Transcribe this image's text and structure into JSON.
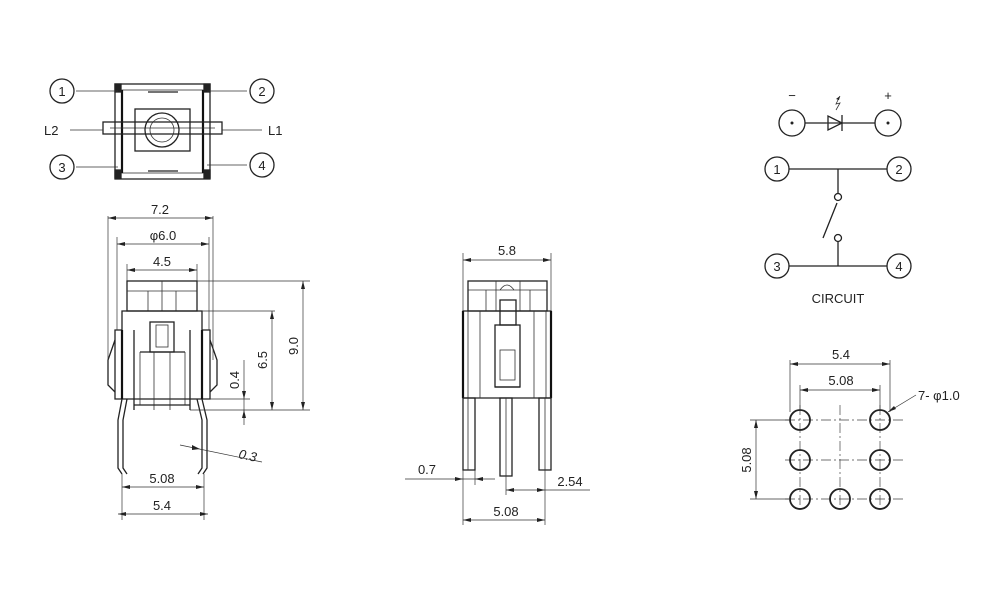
{
  "top_view": {
    "pin_1": "1",
    "pin_2": "2",
    "pin_3": "3",
    "pin_4": "4",
    "label_l2": "L2",
    "label_l1": "L1"
  },
  "front_view": {
    "dim_7_2": "7.2",
    "dim_phi_6_0": "φ6.0",
    "dim_4_5": "4.5",
    "dim_9_0": "9.0",
    "dim_6_5": "6.5",
    "dim_0_4": "0.4",
    "dim_0_3": "0.3",
    "dim_5_08": "5.08",
    "dim_5_4": "5.4"
  },
  "side_view": {
    "dim_5_8": "5.8",
    "dim_0_7": "0.7",
    "dim_2_54": "2.54",
    "dim_5_08": "5.08"
  },
  "circuit": {
    "minus": "−",
    "plus": "+",
    "pin_1": "1",
    "pin_2": "2",
    "pin_3": "3",
    "pin_4": "4",
    "caption": "CIRCUIT"
  },
  "pcb_layout": {
    "dim_5_4": "5.4",
    "dim_5_08_top": "5.08",
    "dim_hole": "7- φ1.0",
    "dim_5_08_side": "5.08"
  }
}
